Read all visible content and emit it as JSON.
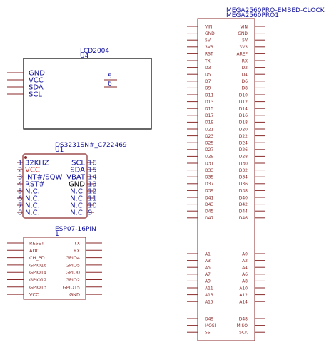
{
  "colors": {
    "body_outline": "#000000",
    "module_outline": "#8a2a2a",
    "module_fill": "#fff8f4",
    "pin_wire": "#8a2a2a",
    "label_blue": "#10109a",
    "pin_red": "#c83232",
    "pin_num_blue": "#3030a0",
    "pin_text_dark": "#000000"
  },
  "lcd": {
    "name": "LCD2004",
    "ref": "U4",
    "left_pins": [
      "GND",
      "VCC",
      "SDA",
      "SCL"
    ],
    "right_pins": [
      "5",
      "6"
    ]
  },
  "rtc": {
    "name": "DS3231SN#_C722469",
    "ref": "U1",
    "left_pins": [
      {
        "num": "1",
        "label": "32KHZ"
      },
      {
        "num": "2",
        "label": "VCC"
      },
      {
        "num": "3",
        "label": "INT#/SQW"
      },
      {
        "num": "4",
        "label": "RST#"
      },
      {
        "num": "5",
        "label": "N.C."
      },
      {
        "num": "6",
        "label": "N.C."
      },
      {
        "num": "7",
        "label": "N.C."
      },
      {
        "num": "8",
        "label": "N.C."
      }
    ],
    "right_pins": [
      {
        "num": "16",
        "label": "SCL"
      },
      {
        "num": "15",
        "label": "SDA"
      },
      {
        "num": "14",
        "label": "VBAT"
      },
      {
        "num": "13",
        "label": "GND"
      },
      {
        "num": "12",
        "label": "N.C."
      },
      {
        "num": "11",
        "label": "N.C."
      },
      {
        "num": "10",
        "label": "N.C."
      },
      {
        "num": "9",
        "label": "N.C."
      }
    ]
  },
  "esp": {
    "name": "ESP07-16PIN",
    "ref": "1",
    "left_pins": [
      "RESET",
      "ADC",
      "CH_PD",
      "GPIO16",
      "GPIO14",
      "GPIO12",
      "GPIO13",
      "VCC"
    ],
    "right_pins": [
      "TX",
      "RX",
      "GPIO4",
      "GPIO5",
      "GPIO0",
      "GPIO2",
      "GPIO15",
      "GND"
    ]
  },
  "mega": {
    "name": "MEGA2560PRO-EMBED-CLOCK",
    "ref": "MEGA2560PRO1",
    "top_left": [
      "VIN",
      "GND",
      "5V",
      "3V3",
      "RST",
      "TX",
      "D3",
      "D5",
      "D7",
      "D9",
      "D11",
      "D13",
      "D15",
      "D17",
      "D19",
      "D21",
      "D23",
      "D25",
      "D27",
      "D29",
      "D31",
      "D33",
      "D35",
      "D37",
      "D39",
      "D41",
      "D43",
      "D45",
      "D47"
    ],
    "top_right": [
      "VIN",
      "GND",
      "5V",
      "3V3",
      "AREF",
      "RX",
      "D2",
      "D4",
      "D6",
      "D8",
      "D10",
      "D12",
      "D14",
      "D16",
      "D18",
      "D20",
      "D22",
      "D24",
      "D26",
      "D28",
      "D30",
      "D32",
      "D34",
      "D36",
      "D38",
      "D40",
      "D42",
      "D44",
      "D46"
    ],
    "mid_left": [
      "A1",
      "A3",
      "A5",
      "A7",
      "A9",
      "A11",
      "A13",
      "A15"
    ],
    "mid_right": [
      "A0",
      "A2",
      "A4",
      "A6",
      "A8",
      "A10",
      "A12",
      "A14"
    ],
    "bot_left": [
      "D49",
      "MOSI",
      "SS"
    ],
    "bot_right": [
      "D48",
      "MISO",
      "SCK"
    ]
  }
}
